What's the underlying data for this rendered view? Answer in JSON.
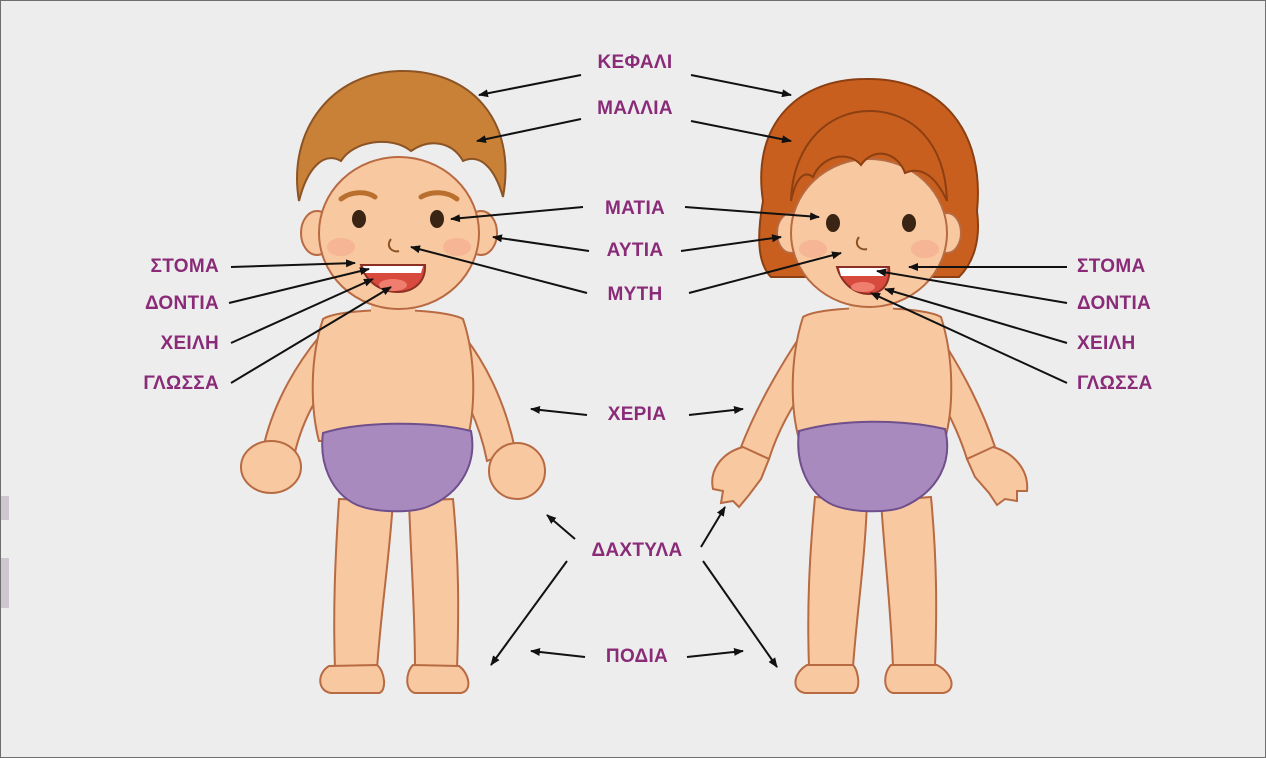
{
  "colors": {
    "label": "#8a2b78",
    "background": "#ededee",
    "skin": "#f8c8a0",
    "diaper": "#a98abf",
    "boy_hair": "#c98138",
    "girl_hair": "#c85f1e"
  },
  "center_labels": {
    "head": "ΚΕΦΑΛΙ",
    "hair": "ΜΑΛΛΙΑ",
    "eyes": "ΜΑΤΙΑ",
    "ears": "ΑΥΤΙΑ",
    "nose": "ΜΥΤΗ",
    "hands": "ΧΕΡΙΑ",
    "fingers": "ΔΑΧΤΥΛΑ",
    "feet": "ΠΟΔΙΑ"
  },
  "left_labels": {
    "mouth": "ΣΤΟΜΑ",
    "teeth": "ΔΟΝΤΙΑ",
    "lips": "ΧΕΙΛΗ",
    "tongue": "ΓΛΩΣΣΑ"
  },
  "right_labels": {
    "mouth": "ΣΤΟΜΑ",
    "teeth": "ΔΟΝΤΙΑ",
    "lips": "ΧΕΙΛΗ",
    "tongue": "ΓΛΩΣΣΑ"
  }
}
